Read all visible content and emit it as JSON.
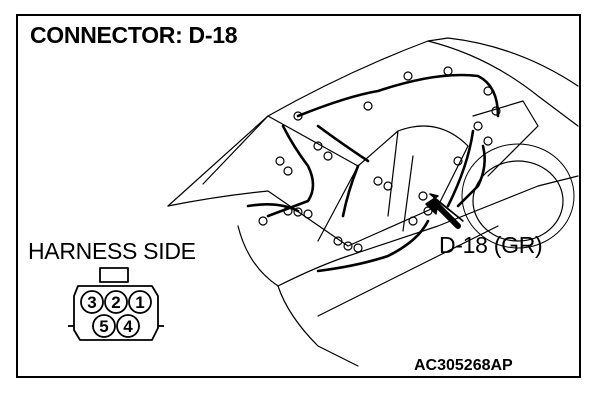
{
  "diagram": {
    "title": "CONNECTOR: D-18",
    "harness_label": "HARNESS SIDE",
    "connector_callout": "D-18 (GR)",
    "figure_id": "AC305268AP",
    "connector_pins": {
      "top_row": [
        "3",
        "2",
        "1"
      ],
      "bottom_row": [
        "5",
        "4"
      ]
    }
  }
}
